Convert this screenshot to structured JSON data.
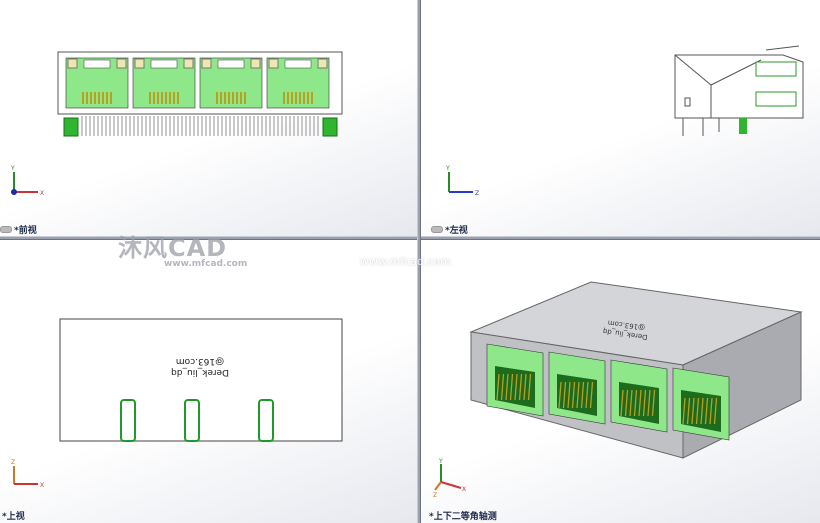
{
  "viewports": {
    "front": {
      "label": "*前视",
      "axes": [
        "Y",
        "X"
      ]
    },
    "left": {
      "label": "*左视",
      "axes": [
        "Y",
        "Z"
      ]
    },
    "top": {
      "label": "*上视",
      "axes": [
        "Z",
        "X"
      ]
    },
    "iso": {
      "label": "*上下二等角轴测",
      "axes": [
        "Y",
        "X",
        "Z"
      ]
    }
  },
  "model": {
    "engraving_line1": "Derek_liu_dq",
    "engraving_line2": "@163.com",
    "port_count": 4
  },
  "watermark": {
    "brand": "沐风CAD",
    "url": "www.mfcad.com",
    "url2": "www.mfcad.com"
  },
  "colors": {
    "port_green": "#8ee88a",
    "dark_green": "#1f9a2a",
    "body_gray": "#c9cbcf",
    "pin_gold": "#b8a020"
  }
}
